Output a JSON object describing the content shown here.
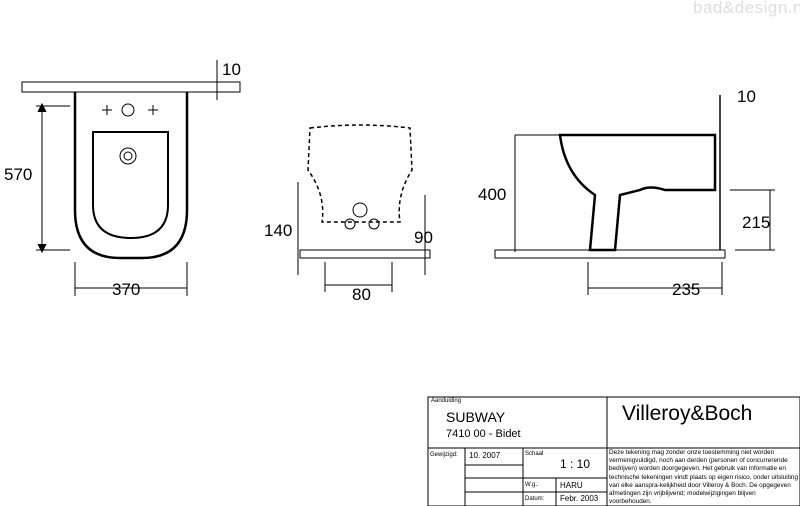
{
  "watermark": "bad&design.nl",
  "views": {
    "top": {
      "dim_length": "570",
      "dim_width": "370",
      "dim_wall": "10"
    },
    "front": {
      "dim_height": "140",
      "dim_right": "90",
      "dim_spacing": "80"
    },
    "side": {
      "dim_height": "400",
      "dim_wall": "10",
      "dim_outlet": "215",
      "dim_depth": "235"
    }
  },
  "title_block": {
    "designation_label": "Aanduiding",
    "product_name": "SUBWAY",
    "product_code": "7410 00 - Bidet",
    "brand": "Villeroy&Boch",
    "modified_label": "Gewijzigd:",
    "modified_value": "10. 2007",
    "scale_label": "Schaal",
    "scale_value": "1 : 10",
    "wg_label": "W.g.:",
    "wg_value": "HARU",
    "date_label": "Datum:",
    "date_value": "Febr. 2003",
    "disclaimer": "Deze tekening mag zonder onze toestemming niet worden vermenigvuldigd, noch aan derden  (personen of concurrerende bedrijven) worden doorgegeven. Het gebruik van informatie en technische tekeningen  vindt plaats op eigen risico, onder uitsluiting van elke aanspra-kelijkheid door Villeroy & Boch. De opgegeven afmetingen zijn vrijblijvend; modelwijzigingen blijven voorbehouden."
  }
}
